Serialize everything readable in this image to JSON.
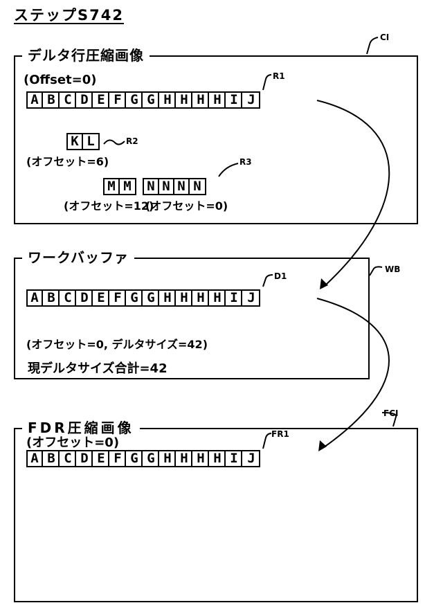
{
  "step_title": "ステップS742",
  "panel_ci": {
    "title": "デルタ行圧縮画像",
    "tag": "CI",
    "offset_label": "(Offset=0)",
    "r1_tag": "R1",
    "r1_cells": [
      "A",
      "B",
      "C",
      "D",
      "E",
      "F",
      "G",
      "G",
      "H",
      "H",
      "H",
      "H",
      "I",
      "J"
    ],
    "r2_tag": "R2",
    "r2_cells": [
      "K",
      "L"
    ],
    "r2_offset": "(オフセット=6)",
    "r3_tag": "R3",
    "r3a_cells": [
      "M",
      "M"
    ],
    "r3b_cells": [
      "N",
      "N",
      "N",
      "N"
    ],
    "r3a_offset": "(オフセット=12)",
    "r3b_offset": "(オフセット=0)"
  },
  "panel_wb": {
    "title": "ワークバッファ",
    "tag": "WB",
    "d1_tag": "D1",
    "cells": [
      "A",
      "B",
      "C",
      "D",
      "E",
      "F",
      "G",
      "G",
      "H",
      "H",
      "H",
      "H",
      "I",
      "J"
    ],
    "info": "(オフセット=0, デルタサイズ=42)",
    "total": "現デルタサイズ合計=42"
  },
  "panel_fci": {
    "title": "FDR圧縮画像",
    "tag": "FCI",
    "offset_label": "(オフセット=0)",
    "fr1_tag": "FR1",
    "cells": [
      "A",
      "B",
      "C",
      "D",
      "E",
      "F",
      "G",
      "G",
      "H",
      "H",
      "H",
      "H",
      "I",
      "J"
    ]
  }
}
